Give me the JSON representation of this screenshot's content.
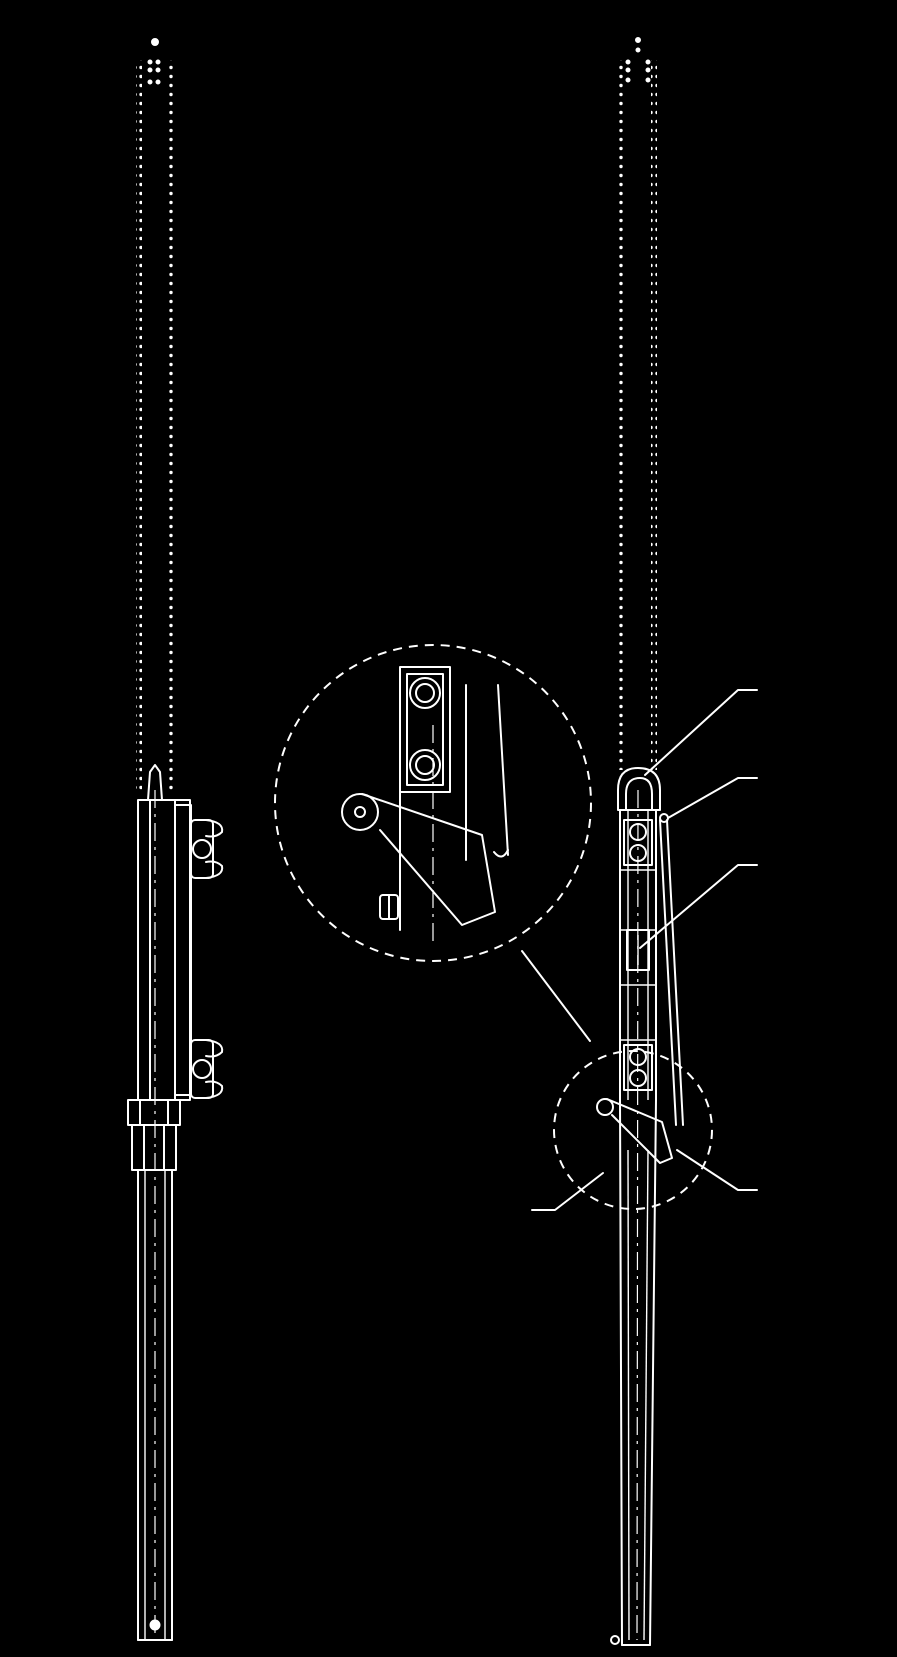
{
  "figure": {
    "colors": {
      "background": "#000000",
      "line": "#ffffff"
    },
    "views": [
      "left-assembly",
      "right-assembly",
      "detail-view"
    ],
    "callouts": 6,
    "detail_circles": 2
  }
}
